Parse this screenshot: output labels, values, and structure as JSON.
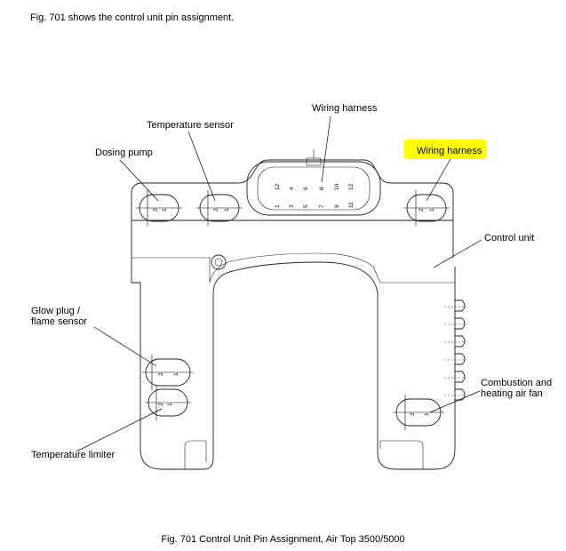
{
  "intro_text": "Fig. 701 shows the control unit pin assignment.",
  "caption": "Fig. 701   Control Unit Pin Assignment, Air Top 3500/5000",
  "highlight_color": "#ffff00",
  "labels": {
    "wiring_harness_top": "Wiring harness",
    "temperature_sensor": "Temperature sensor",
    "dosing_pump": "Dosing pump",
    "wiring_harness_right": "Wiring harness",
    "control_unit": "Control unit",
    "glow_plug_line1": "Glow plug /",
    "glow_plug_line2": "flame sensor",
    "combustion_line1": "Combustion and",
    "combustion_line2": "heating air fan",
    "temperature_limiter": "Temperature limiter"
  },
  "connector_pins": {
    "top_row": [
      "12",
      "4",
      "6",
      "8",
      "10",
      "12"
    ],
    "bottom_row": [
      "1",
      "3",
      "5",
      "7",
      "9",
      "11"
    ]
  },
  "two_pin": {
    "pin_a": "2",
    "pin_b": "1"
  }
}
